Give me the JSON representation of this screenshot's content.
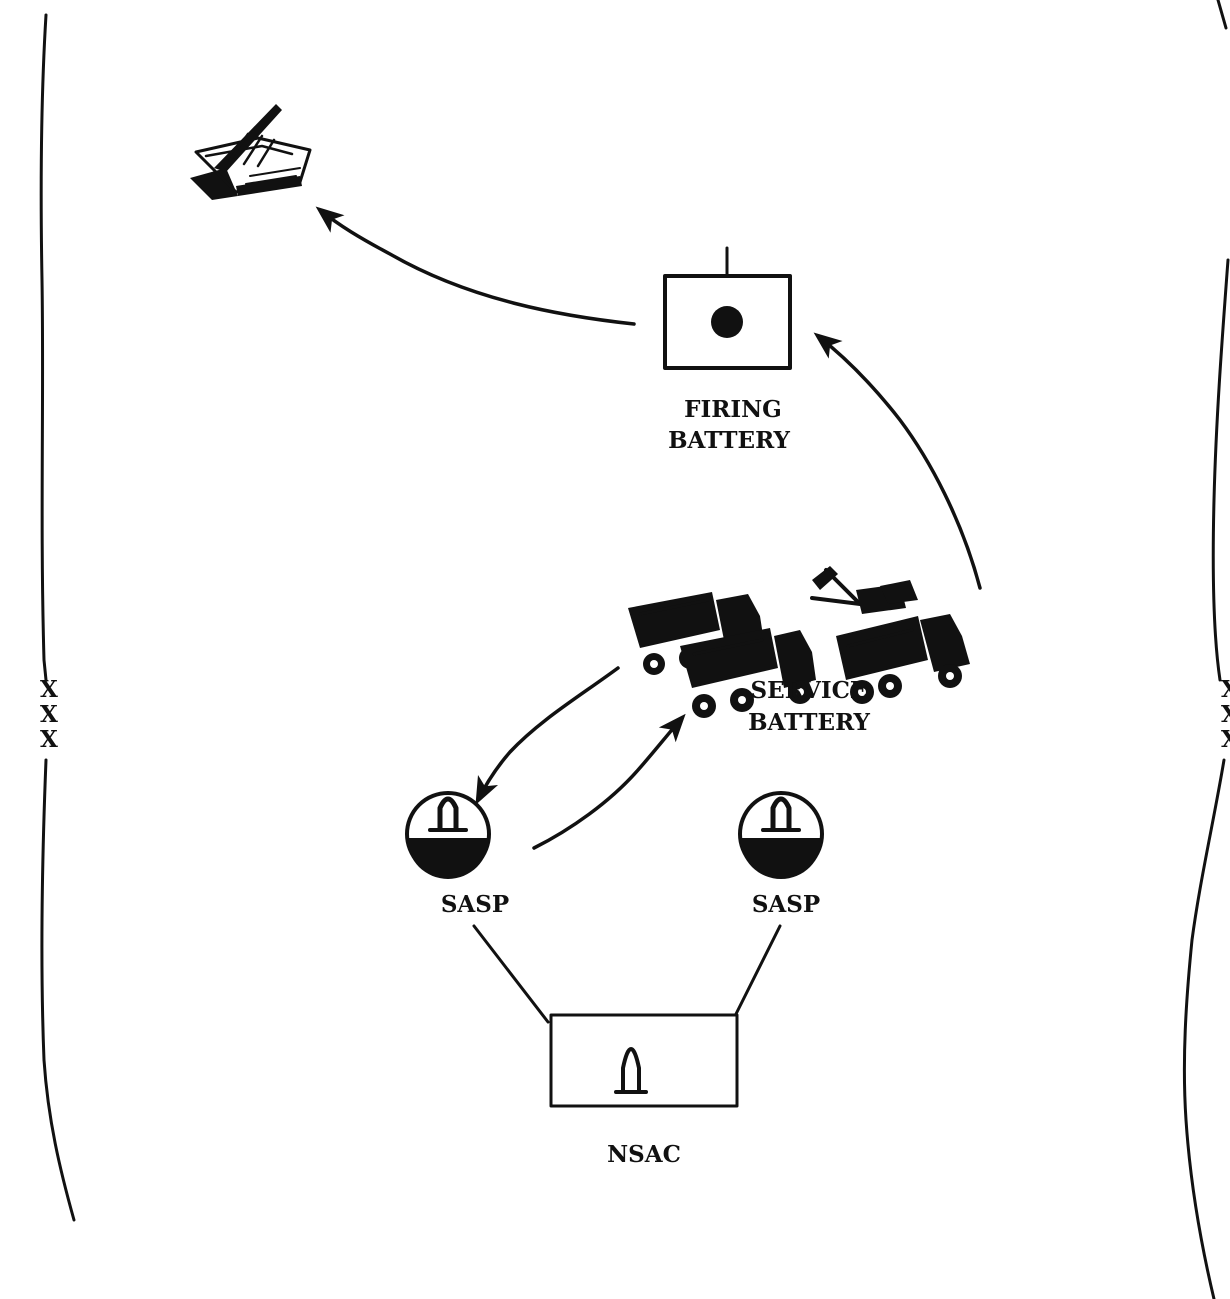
{
  "boundary": {
    "left_marks": [
      "X",
      "X",
      "X"
    ],
    "right_marks": [
      "X",
      "X",
      "X"
    ]
  },
  "nodes": {
    "firing_battery": {
      "label_line1": "FIRING",
      "label_line2": "BATTERY"
    },
    "service_battery": {
      "label_line1": "SERVICE",
      "label_line2": "BATTERY"
    },
    "sasp_left": {
      "label": "SASP"
    },
    "sasp_right": {
      "label": "SASP"
    },
    "nsac": {
      "label": "NSAC"
    }
  },
  "icons": {
    "launcher": "missile-launcher-vehicle-icon",
    "trucks": "supply-truck-convoy-icon",
    "firing_battery_symbol": "firing-battery-unit-symbol",
    "sasp_symbol": "ammunition-supply-point-symbol",
    "nsac_symbol": "ammunition-control-point-symbol"
  }
}
